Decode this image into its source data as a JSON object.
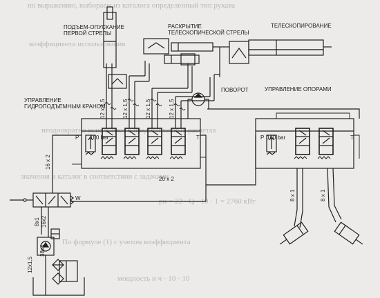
{
  "labels": {
    "boom_lift": [
      "ПОДЪЕМ-ОПУСКАНИЕ",
      "ПЕРВОЙ СТРЕЛЫ"
    ],
    "telescopic_open": [
      "РАСКРЫТИЕ",
      "ТЕЛЕСКОПИЧЕСКОЙ СТРЕЛЫ"
    ],
    "telescoping": "ТЕЛЕСКОПИРОВАНИЕ",
    "crane_control": [
      "УПРАВЛЕНИЕ",
      "ГИДРОПОДЪЕМНЫМ КРАНОМ"
    ],
    "rotation": "ПОВОРОТ",
    "outrigger_control": "УПРАВЛЕНИЕ ОПОРАМИ"
  },
  "hoses": {
    "h1": "12 х 1,5",
    "h2": "12 х 1,5",
    "h3": "12 х 1,5",
    "h4": "12 х 1,5",
    "main_left": "16 х 2",
    "main_link": "20 х 2",
    "out_left": "8 х 1",
    "out_right": "8 х 1",
    "pump_a": "8х1",
    "pump_b": "16х2",
    "pump_c": "38х4",
    "pump_d": "12х1,5"
  },
  "ports": {
    "p_left": "P",
    "t_left": "T",
    "p_right": "P",
    "t_right": "T",
    "w_port": "W"
  },
  "pressure": {
    "left": "160 bar",
    "right": "160 bar"
  },
  "background_text": [
    "по выражению, выбираем из каталога определенный тип рукава",
    "коэффициента использования",
    "неоднократно используют в представленных расчетах",
    "значения и каталог в соответствии с задачами",
    "pн = 22 · Q · 10 · 1 = 2760 кВт",
    "По формуле (1) с учетом коэффициента",
    "мощность и ч · 10 · 10"
  ],
  "colors": {
    "ink": "#1e1e1e",
    "paper": "#ecebe9",
    "ghost": "#b9b8b5"
  }
}
